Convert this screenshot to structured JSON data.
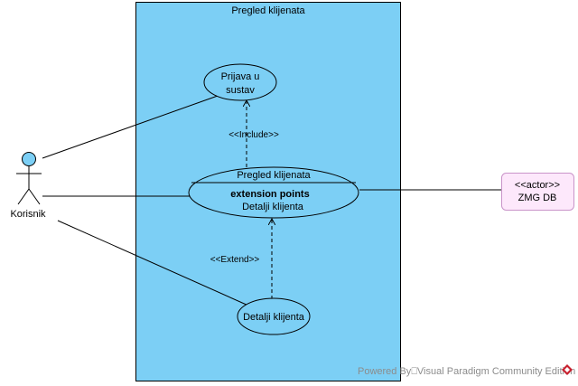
{
  "system": {
    "title": "Pregled klijenata",
    "fill": "#7ccff5",
    "stroke": "#000000"
  },
  "actors": {
    "user": {
      "label": "Korisnik",
      "head_fill": "#7ccff5"
    },
    "external": {
      "stereotype": "<<actor>>",
      "label": "ZMG DB",
      "fill": "#fde8fb",
      "stroke": "#c994c9"
    }
  },
  "use_cases": {
    "login": {
      "line1": "Prijava u",
      "line2": "sustav"
    },
    "overview": {
      "title": "Pregled klijenata",
      "extension_points_heading": "extension points",
      "extension_point": "Detalji klijenta"
    },
    "details": {
      "label": "Detalji klijenta"
    }
  },
  "relations": {
    "include_label": "<<Include>>",
    "extend_label": "<<Extend>>"
  },
  "footer": {
    "powered_by": "Powered By",
    "separator": "⎕",
    "product": "Visual Paradigm Community Edition",
    "logo_icon": "visual-paradigm-logo-icon",
    "logo_color": "#c8202e"
  }
}
